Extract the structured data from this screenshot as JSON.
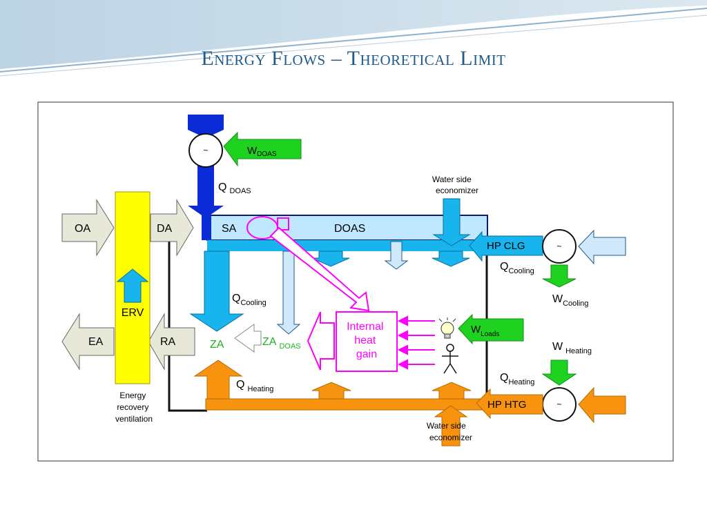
{
  "title": "Energy Flows – Theoretical Limit",
  "labels": {
    "oa": "OA",
    "da": "DA",
    "sa": "SA",
    "doas": "DOAS",
    "ea": "EA",
    "ra": "RA",
    "erv": "ERV",
    "erv_caption": [
      "Energy",
      "recovery",
      "ventilation"
    ],
    "za": "ZA",
    "za_doas": "ZA",
    "za_doas_sub": "DOAS",
    "q": "Q",
    "w": "W",
    "q_doas_sub": "DOAS",
    "q_cooling_sub": "Cooling",
    "q_heating_sub": "Heating",
    "w_doas_sub": "DOAS",
    "w_loads_sub": "Loads",
    "w_cooling_sub": "Cooling",
    "w_heating_sub": "Heating",
    "fan_symbol": "~",
    "hp_clg": "HP CLG",
    "hp_htg": "HP HTG",
    "internal_heat_gain": [
      "Internal",
      "heat",
      "gain"
    ],
    "water_side_economizer_top": [
      "Water side",
      "economizer"
    ],
    "water_side_economizer_bottom": [
      "Water side",
      "economizer"
    ]
  },
  "colors": {
    "title": "#1f5a8c",
    "doas_blue": "#0a2bd6",
    "light_blue": "#bfe8ff",
    "cyan": "#17b4ee",
    "pale_blue": "#cfe8fa",
    "orange": "#f7930e",
    "green": "#1fd21f",
    "yellow": "#ffff00",
    "magenta": "#ff00ff",
    "gray": "#e8e8d8",
    "dark_blue": "#0a1a78"
  },
  "icons": {
    "bulb": "lightbulb-icon",
    "person": "person-icon"
  }
}
